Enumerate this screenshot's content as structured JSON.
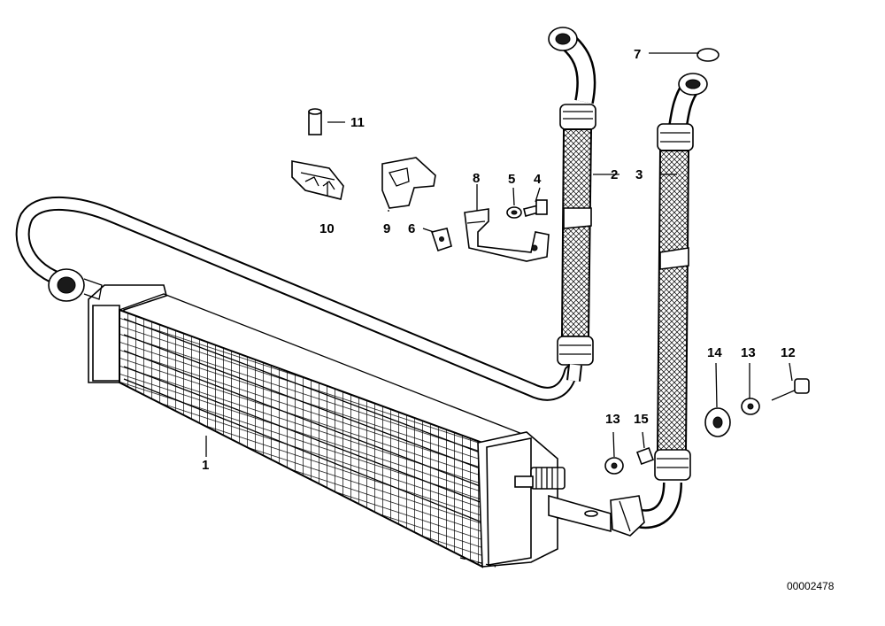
{
  "diagram": {
    "callouts": [
      {
        "id": "c1",
        "label": "1"
      },
      {
        "id": "c2",
        "label": "2"
      },
      {
        "id": "c3",
        "label": "3"
      },
      {
        "id": "c4",
        "label": "4"
      },
      {
        "id": "c5",
        "label": "5"
      },
      {
        "id": "c6",
        "label": "6"
      },
      {
        "id": "c7",
        "label": "7"
      },
      {
        "id": "c8",
        "label": "8"
      },
      {
        "id": "c9",
        "label": "9"
      },
      {
        "id": "c10",
        "label": "10"
      },
      {
        "id": "c11",
        "label": "11"
      },
      {
        "id": "c12",
        "label": "12"
      },
      {
        "id": "c13a",
        "label": "13"
      },
      {
        "id": "c13b",
        "label": "13"
      },
      {
        "id": "c14",
        "label": "14"
      },
      {
        "id": "c15",
        "label": "15"
      }
    ],
    "document_number": "00002478"
  }
}
